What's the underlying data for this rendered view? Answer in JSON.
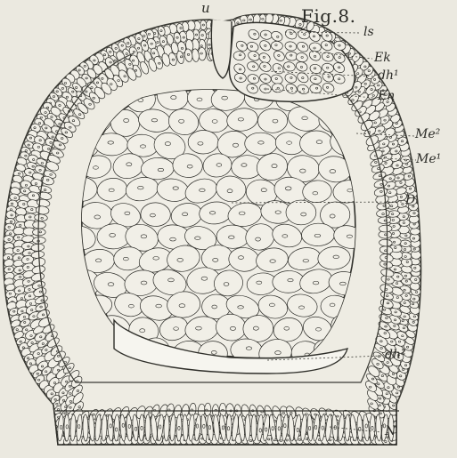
{
  "figure": {
    "title": "Fig.8.",
    "labels": {
      "top_opening": "u",
      "ls": "ls",
      "ek": "Ek",
      "dh1": "dh¹",
      "en": "En",
      "me2": "Me²",
      "me1": "Me¹",
      "d": "D",
      "dh2": "dh²",
      "n": "N"
    }
  },
  "colors": {
    "paper": "#ebe9e0",
    "ink": "#2b2b27",
    "cell_fill": "#f1efe7"
  }
}
